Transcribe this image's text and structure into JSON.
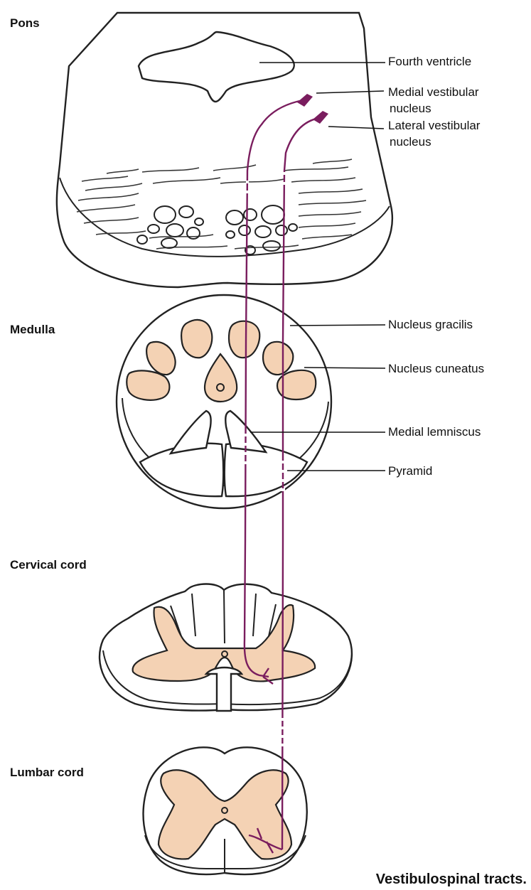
{
  "diagram": {
    "caption": "Vestibulospinal tracts.",
    "colors": {
      "tract": "#7a1d5e",
      "gray_matter": "#f4d2b4",
      "outline": "#222222"
    },
    "sections": {
      "pons": "Pons",
      "medulla": "Medulla",
      "cervical": "Cervical cord",
      "lumbar": "Lumbar cord"
    },
    "labels": {
      "fourth_ventricle": "Fourth ventricle",
      "medial_vestibular_1": "Medial vestibular",
      "medial_vestibular_2": "nucleus",
      "lateral_vestibular_1": "Lateral vestibular",
      "lateral_vestibular_2": "nucleus",
      "nucleus_gracilis": "Nucleus gracilis",
      "nucleus_cuneatus": "Nucleus cuneatus",
      "medial_lemniscus": "Medial lemniscus",
      "pyramid": "Pyramid"
    }
  }
}
